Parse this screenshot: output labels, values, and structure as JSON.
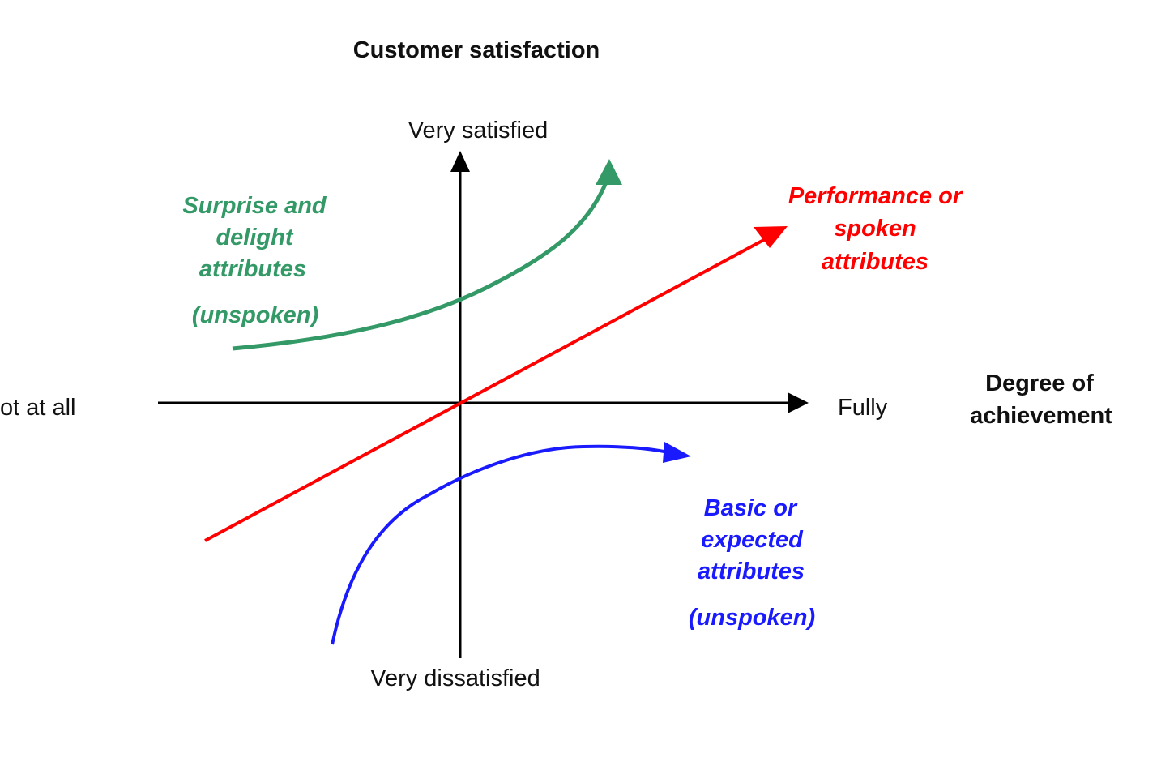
{
  "title": "Customer satisfaction",
  "y_axis": {
    "top_label": "Very satisfied",
    "bottom_label": "Very dissatisfied"
  },
  "x_axis": {
    "left_label": "ot at all",
    "right_label": "Fully",
    "name_line1": "Degree of",
    "name_line2": "achievement"
  },
  "curves": {
    "delight": {
      "lines": [
        "Surprise and",
        "delight",
        "attributes",
        "(unspoken)"
      ],
      "color": "#339966"
    },
    "performance": {
      "lines": [
        "Performance or",
        "spoken",
        "attributes"
      ],
      "color": "#ff0000"
    },
    "basic": {
      "lines": [
        "Basic or",
        "expected",
        "attributes",
        "(unspoken)"
      ],
      "color": "#1a1aff"
    }
  }
}
